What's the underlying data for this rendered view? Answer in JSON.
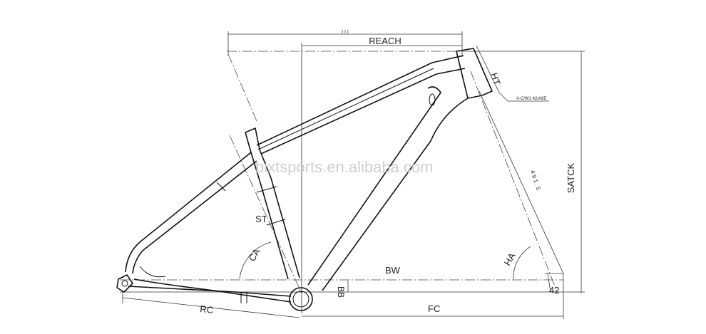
{
  "labels": {
    "reach": "REACH",
    "top_dim": "I I I",
    "ht": "HT",
    "stack": "SATCK",
    "st": "ST",
    "ca": "CA",
    "bw": "BW",
    "bb": "BB",
    "ha": "HA",
    "rc": "RC",
    "fc": "FC",
    "fork_length": "42",
    "fork_axle": "4 9 1 . 5",
    "headset_note": "X-C/W1 42/A8E"
  },
  "watermark": "bixtsports.en.alibaba.com",
  "colors": {
    "line": "#111111",
    "watermark": "#cfcfcf",
    "background": "#ffffff"
  }
}
